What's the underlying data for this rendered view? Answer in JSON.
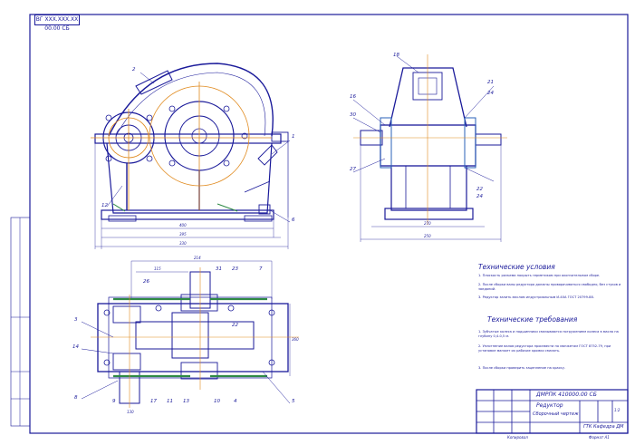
{
  "stamp": "ВГ ХХХ.ХХХ.ХХ 00.00 СБ",
  "views": {
    "front": {
      "labels": [
        "1",
        "2",
        "6",
        "12"
      ],
      "dims": [
        "400",
        "395",
        "330"
      ]
    },
    "side": {
      "labels": [
        "18",
        "16",
        "30",
        "27",
        "21",
        "24",
        "22",
        "24"
      ],
      "dims": [
        "270",
        "250"
      ]
    },
    "plan": {
      "labels": [
        "3",
        "14",
        "8",
        "9",
        "11",
        "10",
        "4",
        "5",
        "31",
        "23",
        "7",
        "26",
        "22",
        "17",
        "13"
      ],
      "dims": [
        "214",
        "115",
        "360",
        "130"
      ]
    }
  },
  "tech_conditions": {
    "title": "Технические условия",
    "items": [
      "1. Плоскость разъема покрыть герметиком при окончательном сборе.",
      "2. После сборки валы редуктора должны проворачиваться свободно, без стуков и заеданий.",
      "3. Редуктор залить маслом индустриальным И-40А ГОСТ 20799-88."
    ]
  },
  "tech_requirements": {
    "title": "Технические требования",
    "items": [
      "1. Зубчатые колеса и подшипники смазываются погружением колеса в масло на глубину 0,4-0,5 м.",
      "2. Уплотнение валов редуктора произвести по манжетам ГОСТ 8752-79, при установке манжет их рабочие кромки смазать.",
      "3. После сборки проверить зацепление на краску."
    ]
  },
  "title_block": {
    "doc_code": "ДМРПК 410000.00 СБ",
    "name": "Редуктор",
    "subname": "Сборочный чертеж",
    "org": "ГТК Кафедра ДМ",
    "sheet": "1:2",
    "footer_left": "Копировал",
    "footer_right": "Формат А1"
  },
  "colors": {
    "line": "#1a1a9a",
    "gear_circle": "#e08a1e",
    "accent": "#2a62b8",
    "hatch": "#2e8a45"
  }
}
